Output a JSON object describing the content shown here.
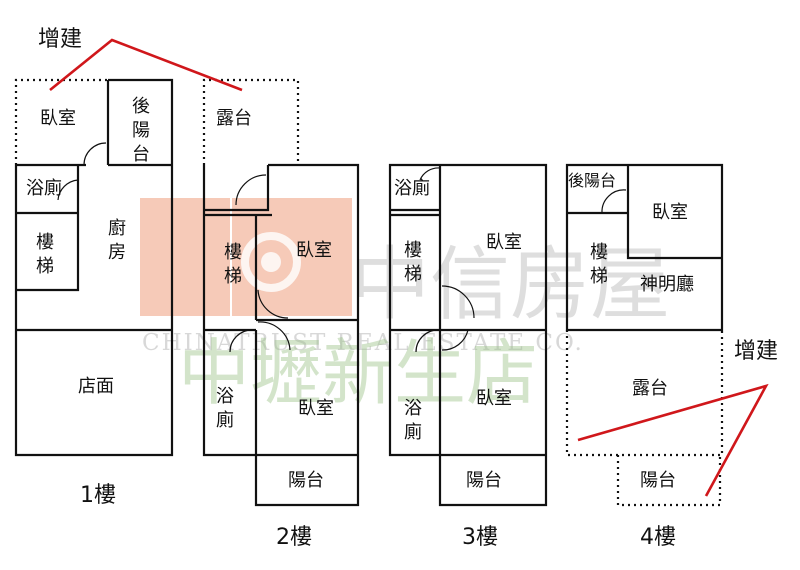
{
  "annotations": {
    "extension_top": "增建",
    "extension_right": "增建"
  },
  "floors": {
    "f1": {
      "label": "1樓",
      "rooms": {
        "bedroom": "臥室",
        "back_balcony": "後陽台",
        "bathroom": "浴廁",
        "stairs": "樓梯",
        "kitchen": "廚房",
        "shopfront": "店面"
      }
    },
    "f2": {
      "label": "2樓",
      "rooms": {
        "terrace": "露台",
        "stairs": "樓梯",
        "bedroom_front": "臥室",
        "bathroom": "浴廁",
        "bedroom_back": "臥室",
        "balcony": "陽台"
      }
    },
    "f3": {
      "label": "3樓",
      "rooms": {
        "bathroom_top": "浴廁",
        "stairs": "樓梯",
        "bedroom_front": "臥室",
        "bathroom_bottom": "浴廁",
        "bedroom_back": "臥室",
        "balcony": "陽台"
      }
    },
    "f4": {
      "label": "4樓",
      "rooms": {
        "back_balcony": "後陽台",
        "bedroom": "臥室",
        "stairs": "樓梯",
        "shrine_hall": "神明廳",
        "terrace": "露台",
        "balcony": "陽台"
      }
    }
  },
  "watermark": {
    "english": "CHINATRUST REAL ESTATE CO.",
    "chinese_brand": "中信房屋",
    "chinese_branch": "中壢新生店"
  },
  "colors": {
    "wall": "#111111",
    "extension_mark": "#d0171b",
    "watermark_logo": "#f2b49a",
    "watermark_green": "#9ec48c"
  }
}
